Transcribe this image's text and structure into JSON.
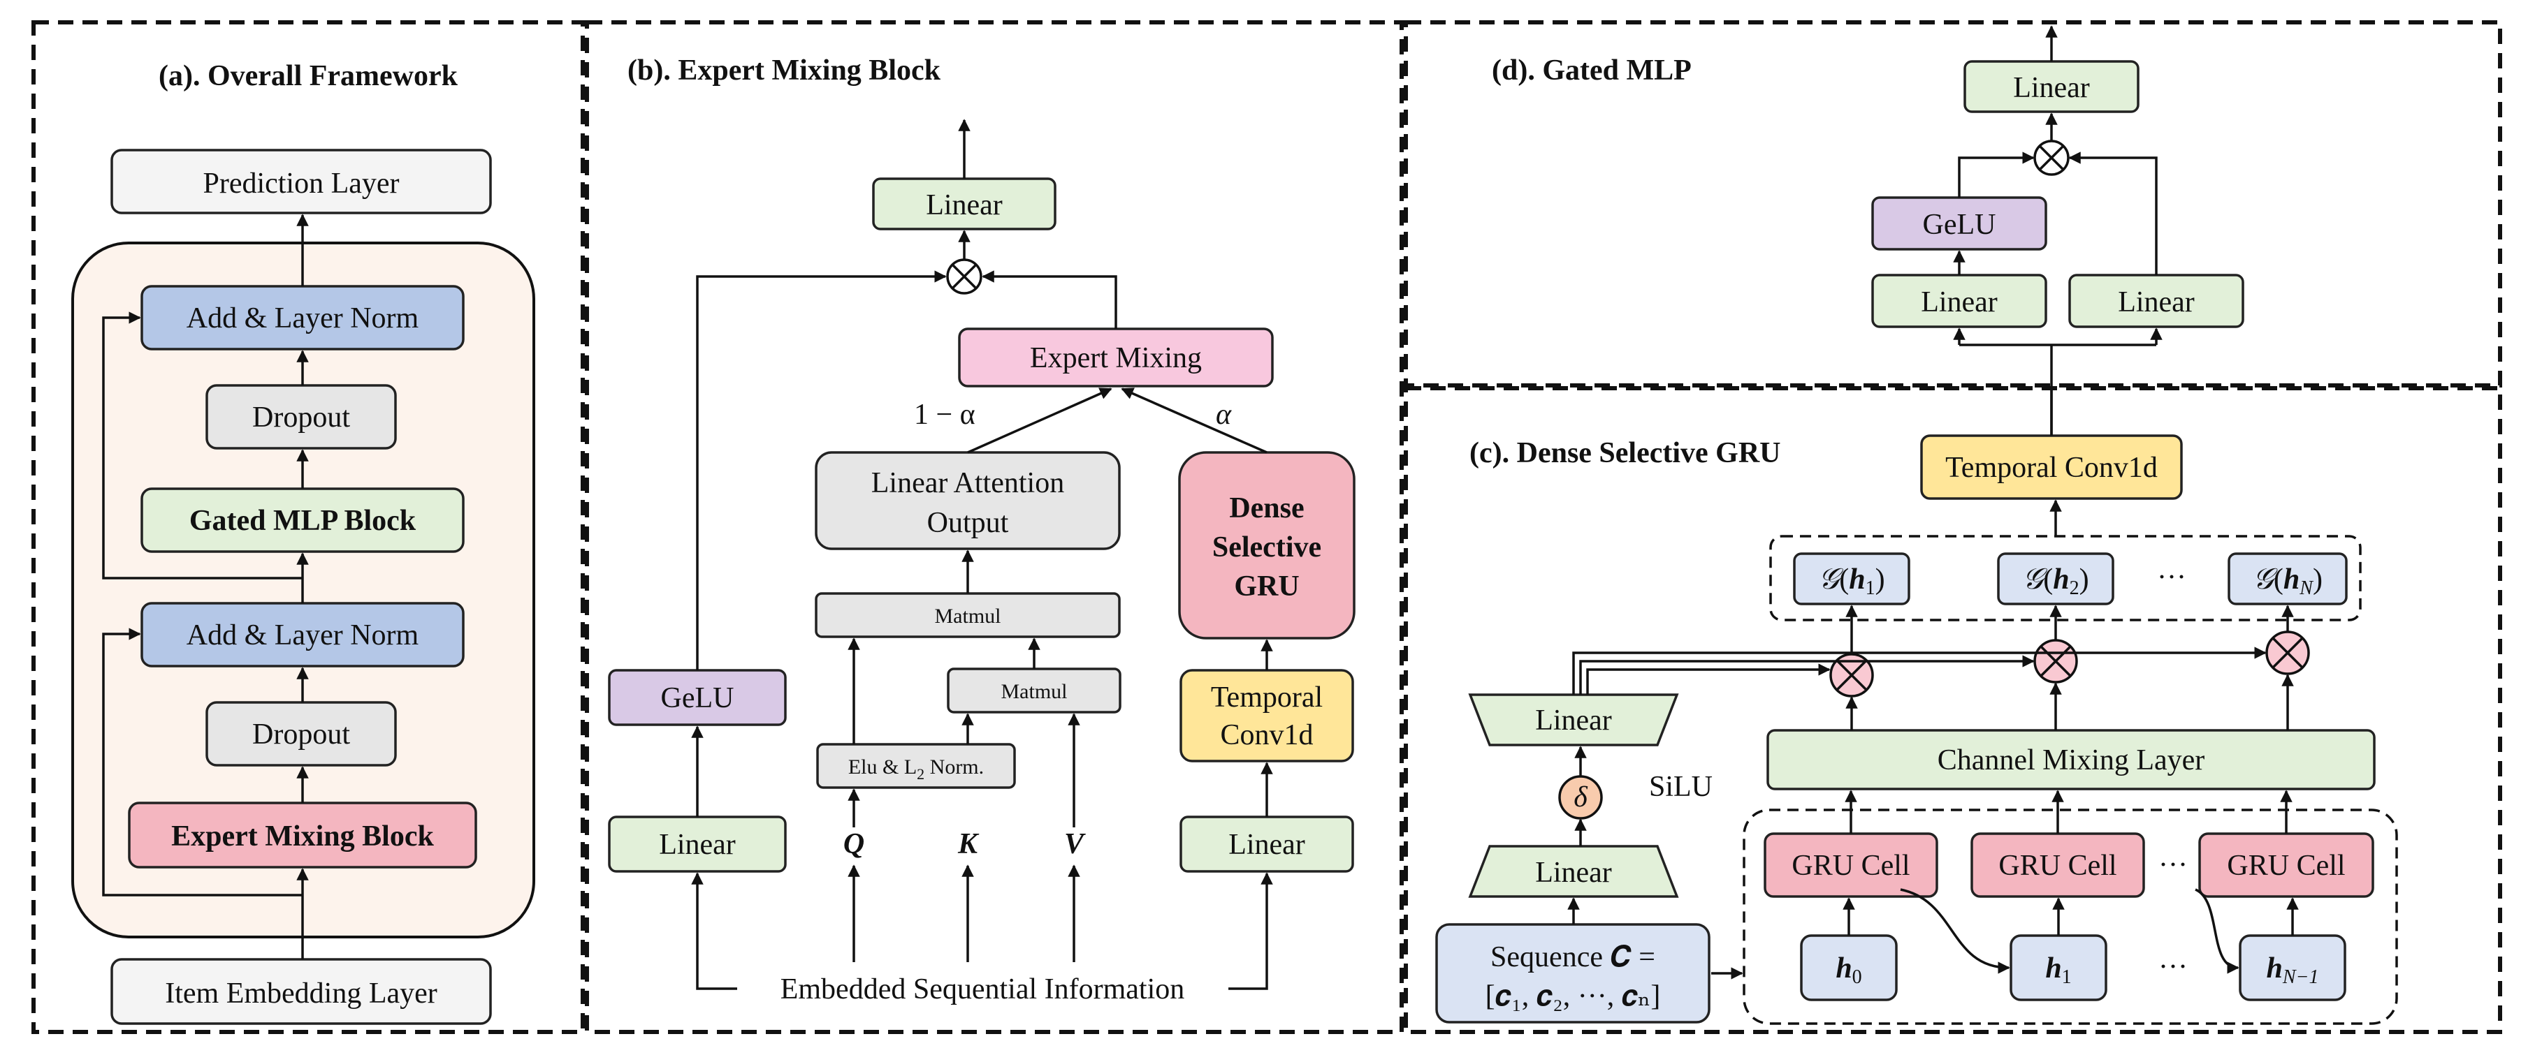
{
  "panels": {
    "a": {
      "title": "(a). Overall Framework",
      "prediction": "Prediction Layer",
      "add_norm_top": "Add & Layer Norm",
      "dropout_top": "Dropout",
      "gated_mlp": "Gated MLP Block",
      "add_norm_bottom": "Add & Layer Norm",
      "dropout_bottom": "Dropout",
      "expert_mixing": "Expert Mixing Block",
      "item_embedding": "Item Embedding Layer"
    },
    "b": {
      "title": "(b). Expert Mixing Block",
      "linear_top": "Linear",
      "expert_mixing": "Expert Mixing",
      "one_minus_alpha": "1 − α",
      "alpha": "α",
      "lin_att_1": "Linear Attention",
      "lin_att_2": "Output",
      "dsgru_1": "Dense",
      "dsgru_2": "Selective",
      "dsgru_3": "GRU",
      "matmul_top": "Matmul",
      "matmul_mid": "Matmul",
      "elu": "Elu & L",
      "elu_sub": "2",
      "elu_tail": " Norm.",
      "gelu": "GeLU",
      "temporal_1": "Temporal",
      "temporal_2": "Conv1d",
      "linear_left": "Linear",
      "linear_right": "Linear",
      "q": "Q",
      "k": "K",
      "v": "V",
      "embedded": "Embedded Sequential Information"
    },
    "c": {
      "title": "(c). Dense Selective GRU",
      "temporal": "Temporal Conv1d",
      "g_fn": "𝒢",
      "g1_sub": "1",
      "g2_sub": "2",
      "gN_sub": "N",
      "h_sym": "h",
      "ellipsis": "···",
      "linear_top": "Linear",
      "delta": "δ",
      "silu": "SiLU",
      "linear_bottom": "Linear",
      "channel_mixing": "Channel Mixing Layer",
      "gru1": "GRU Cell",
      "gru2": "GRU Cell",
      "gru3": "GRU Cell",
      "seq_line1": "Sequence 𝑪 =",
      "seq_line2": "[𝒄₁, 𝒄₂, ···, 𝒄ₙ]",
      "h0_sub": "0",
      "h1_sub": "1",
      "hN1_sub": "N−1"
    },
    "d": {
      "title": "(d). Gated MLP",
      "linear_top": "Linear",
      "gelu": "GeLU",
      "linear_left": "Linear",
      "linear_right": "Linear"
    }
  },
  "colors": {
    "add_norm": "#b4c7e7",
    "expert_block": "#f4b6c0",
    "linear": "#e2f0d9",
    "gelu": "#d9c9e6",
    "temporal": "#ffe699",
    "expert_mixing": "#f8c8de",
    "frame": "#fdf3ec"
  }
}
